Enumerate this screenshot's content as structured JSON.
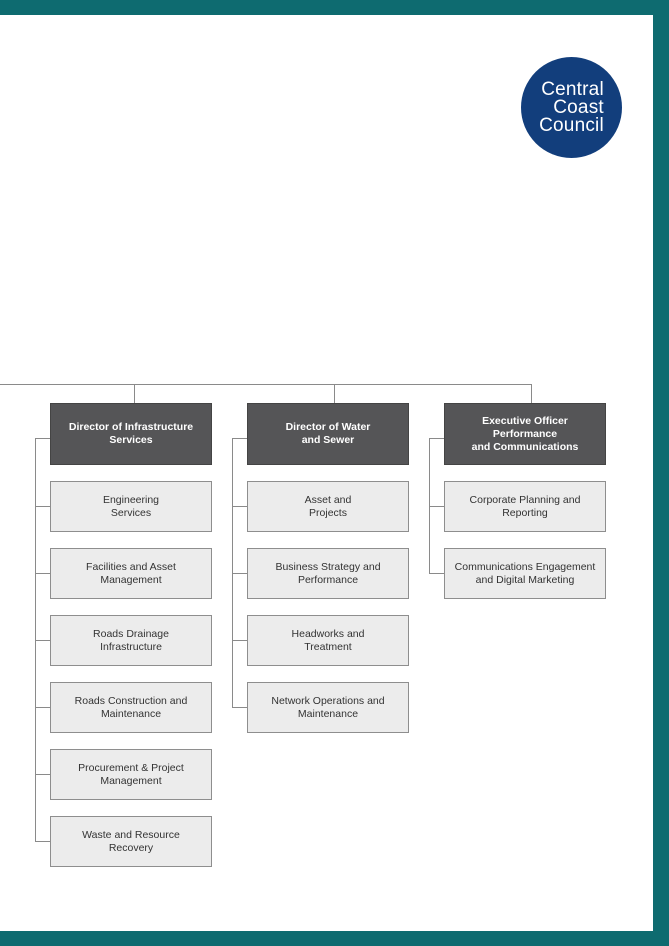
{
  "logo": {
    "line1": "Central",
    "line2": "Coast",
    "line3": "Council"
  },
  "colors": {
    "frame": "#0e6b70",
    "logo_bg": "#123e7c",
    "director_bg": "#555557",
    "unit_bg": "#ececec"
  },
  "org_chart": {
    "columns": [
      {
        "director": "Director of Infrastructure\nServices",
        "units": [
          "Engineering\nServices",
          "Facilities and Asset\nManagement",
          "Roads Drainage\nInfrastructure",
          "Roads Construction and\nMaintenance",
          "Procurement & Project\nManagement",
          "Waste and Resource\nRecovery"
        ]
      },
      {
        "director": "Director of Water\nand Sewer",
        "units": [
          "Asset and\nProjects",
          "Business Strategy and\nPerformance",
          "Headworks and\nTreatment",
          "Network Operations and\nMaintenance"
        ]
      },
      {
        "director": "Executive Officer Performance\nand Communications",
        "units": [
          "Corporate Planning and\nReporting",
          "Communications Engagement\nand Digital Marketing"
        ]
      }
    ]
  }
}
